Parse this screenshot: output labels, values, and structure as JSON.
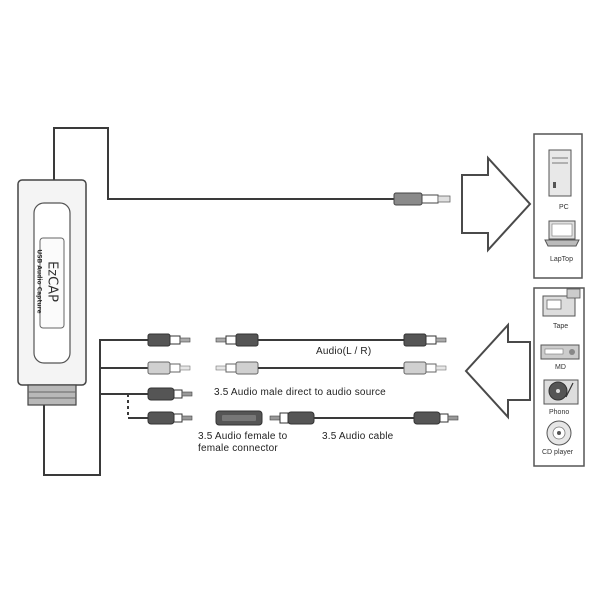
{
  "device": {
    "brand": "EzCAP",
    "model": "USB Audio Capture"
  },
  "computers": [
    {
      "label": "PC",
      "icon": "desktop-pc-icon"
    },
    {
      "label": "LapTop",
      "icon": "laptop-icon"
    }
  ],
  "sources": [
    {
      "label": "Tape",
      "icon": "cassette-deck-icon"
    },
    {
      "label": "MD",
      "icon": "minidisc-player-icon"
    },
    {
      "label": "Phono",
      "icon": "turntable-icon"
    },
    {
      "label": "CD player",
      "icon": "cd-player-icon"
    }
  ],
  "cables": {
    "audio_lr": "Audio(L / R)",
    "direct_35": "3.5 Audio male direct to audio source",
    "female_connector_line1": "3.5 Audio female to",
    "female_connector_line2": "female connector",
    "cable_35": "3.5 Audio cable"
  },
  "colors": {
    "line": "#3a3a3a",
    "plug_dark": "#555555",
    "plug_light": "#c8c8c8",
    "arrow": "#4a4a4a"
  }
}
